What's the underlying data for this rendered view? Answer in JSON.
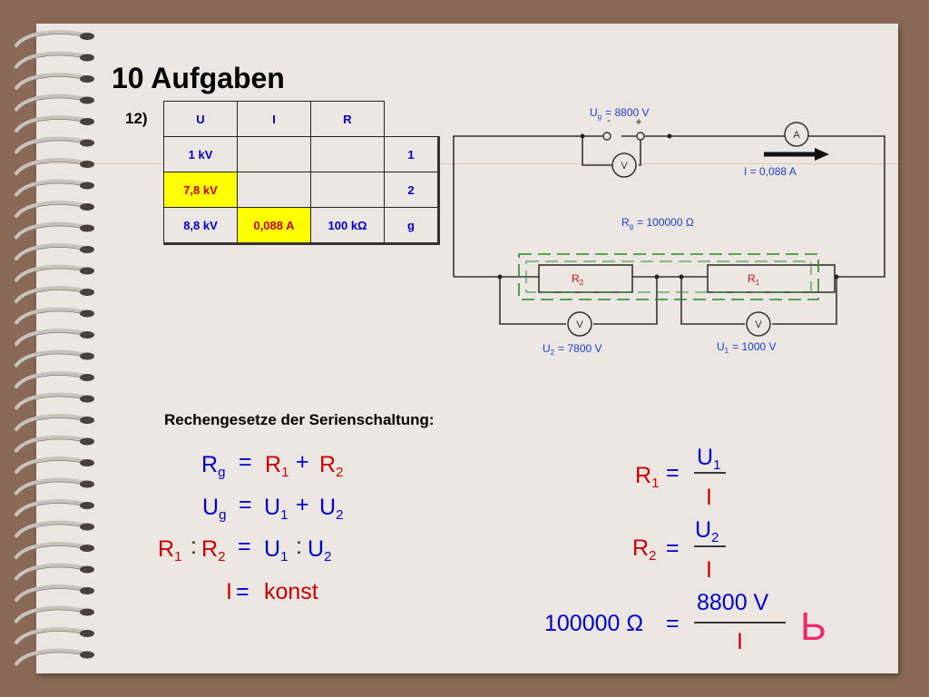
{
  "header": {
    "title": "10 Aufgaben",
    "task_label": "12)"
  },
  "table": {
    "headers": [
      "U",
      "I",
      "R"
    ],
    "rows": [
      {
        "u": "1 kV",
        "i": "",
        "r": "",
        "n": "1"
      },
      {
        "u": "7,8 kV",
        "i": "",
        "r": "",
        "n": "2"
      },
      {
        "u": "8,8 kV",
        "i": "0,088 A",
        "r": "100 kΩ",
        "n": "g"
      }
    ]
  },
  "circuit": {
    "ug_label": "U",
    "ug_sub": "g",
    "ug_value": "=  8800  V",
    "minus": "-",
    "plus": "+",
    "ammeter": "A",
    "voltmeter": "V",
    "current_label": "I =  0,088  A",
    "rg_label": "R",
    "rg_sub": "g",
    "rg_value": "=  100000  Ω",
    "r2_label": "R",
    "r2_sub": "2",
    "r1_label": "R",
    "r1_sub": "1",
    "u2_label": "U",
    "u2_sub": "2",
    "u2_value": "=  7800  V",
    "u1_label": "U",
    "u1_sub": "1",
    "u1_value": "=  1000  V"
  },
  "rules": {
    "heading": "Rechengesetze der Serienschaltung:",
    "f1": {
      "lhs": "R",
      "lhs_sub": "g",
      "eq": "=",
      "a": "R",
      "a_sub": "1",
      "op": "+",
      "b": "R",
      "b_sub": "2"
    },
    "f2": {
      "lhs": "U",
      "lhs_sub": "g",
      "eq": "=",
      "a": "U",
      "a_sub": "1",
      "op": "+",
      "b": "U",
      "b_sub": "2"
    },
    "f3": {
      "a": "R",
      "a_sub": "1",
      "colon1": ":",
      "b": "R",
      "b_sub": "2",
      "eq": "=",
      "c": "U",
      "c_sub": "1",
      "colon2": ":",
      "d": "U",
      "d_sub": "2"
    },
    "f4": {
      "lhs": "I",
      "eq": "=",
      "rhs": "konst"
    },
    "r1_frac": {
      "lhs": "R",
      "lhs_sub": "1",
      "eq": "=",
      "num": "U",
      "num_sub": "1",
      "den": "I"
    },
    "r2_frac": {
      "lhs": "R",
      "lhs_sub": "2",
      "eq": "=",
      "num": "U",
      "num_sub": "2",
      "den": "I"
    },
    "calc": {
      "lhs": "100000  Ω",
      "eq": "=",
      "num": "8800  V",
      "den": "I"
    },
    "mark": "Ь"
  },
  "colors": {
    "blue": "#0000cc",
    "red": "#cc0000",
    "highlight": "#ffff00",
    "circuit_blue": "#1a3fd0",
    "circuit_red": "#d01010",
    "dashed_green": "#2a8a2a",
    "mark_pink": "#ee2a6e"
  }
}
